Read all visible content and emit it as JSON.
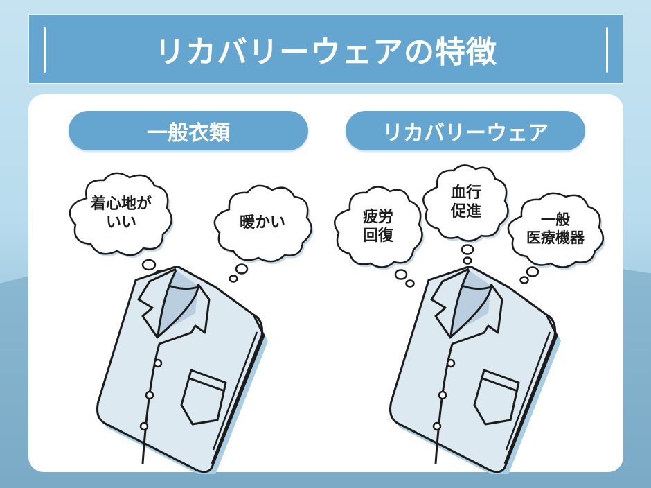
{
  "title": "リカバリーウェアの特徴",
  "colors": {
    "accent": "#64a6d0",
    "card_bg": "#ffffff",
    "bg_light": "#c6e3f1",
    "bg_dark": "#7aaac6",
    "shirt_fill": "#dde9f0",
    "shirt_collar_inner": "#b9cfe0",
    "outline": "#1c1c1c"
  },
  "columns": [
    {
      "header": "一般衣類",
      "bubbles": [
        {
          "lines": [
            "着心地が",
            "いい"
          ]
        },
        {
          "lines": [
            "暖かい"
          ]
        }
      ],
      "illustration": "folded-shirt-icon"
    },
    {
      "header": "リカバリーウェア",
      "bubbles": [
        {
          "lines": [
            "疲労",
            "回復"
          ]
        },
        {
          "lines": [
            "血行",
            "促進"
          ]
        },
        {
          "lines": [
            "一般",
            "医療機器"
          ]
        }
      ],
      "illustration": "folded-shirt-icon"
    }
  ]
}
